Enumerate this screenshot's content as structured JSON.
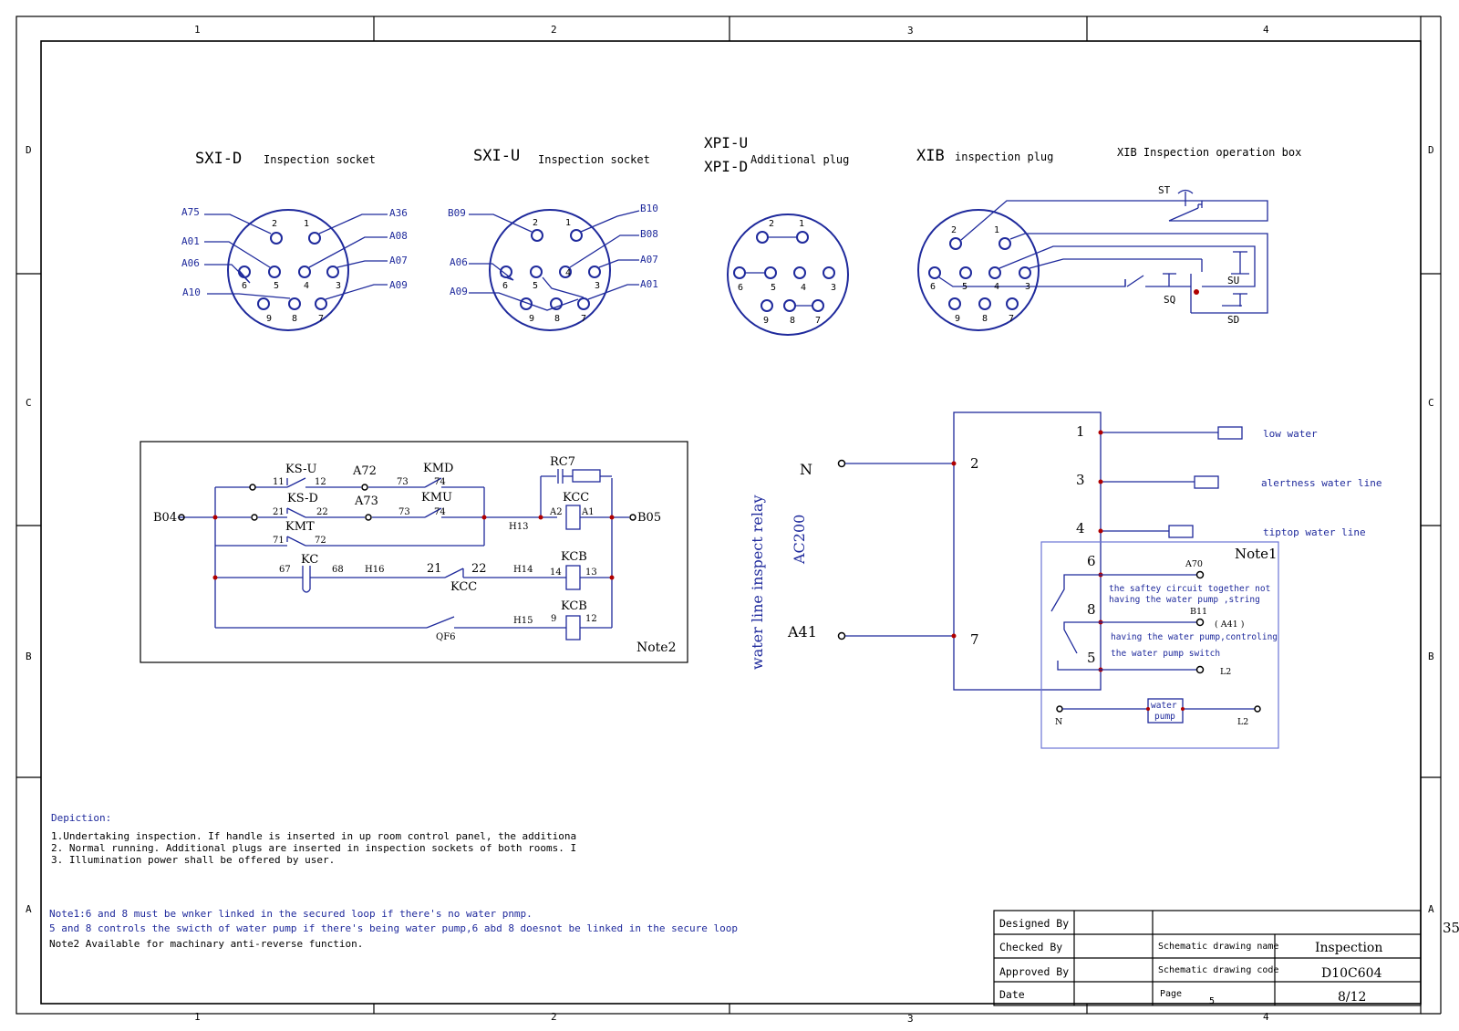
{
  "frame": {
    "col_labels": [
      "1",
      "2",
      "3",
      "4"
    ],
    "row_labels": [
      "D",
      "C",
      "B",
      "A"
    ],
    "page_mark": "35"
  },
  "connectors": {
    "sxi_d": {
      "name": "SXI-D",
      "desc": "Inspection socket",
      "pins": [
        "1",
        "2",
        "3",
        "4",
        "5",
        "6",
        "7",
        "8",
        "9"
      ],
      "wires": [
        "A75",
        "A36",
        "A01",
        "A08",
        "A06",
        "A07",
        "A10",
        "A09"
      ]
    },
    "sxi_u": {
      "name": "SXI-U",
      "desc": "Inspection socket",
      "pins": [
        "1",
        "2",
        "3",
        "4",
        "5",
        "6",
        "7",
        "8",
        "9"
      ],
      "wires": [
        "B09",
        "B10",
        "B08",
        "A06",
        "A07",
        "A09",
        "A01"
      ]
    },
    "xpi": {
      "name1": "XPI-U",
      "name2": "XPI-D",
      "desc": "Additional plug",
      "pins": [
        "1",
        "2",
        "3",
        "4",
        "5",
        "6",
        "7",
        "8",
        "9"
      ]
    },
    "xib": {
      "name": "XIB",
      "desc": "inspection plug",
      "pins": [
        "1",
        "2",
        "3",
        "4",
        "5",
        "6",
        "7",
        "8",
        "9"
      ]
    },
    "xib_box": {
      "title": "XIB Inspection operation box",
      "switches": [
        "ST",
        "SU",
        "SQ",
        "SD"
      ]
    }
  },
  "ladder": {
    "labels": {
      "b04": "B04",
      "b05": "B05",
      "ks_u": "KS-U",
      "ks_d": "KS-D",
      "kmt": "KMT",
      "kmd": "KMD",
      "kmu": "KMU",
      "a72": "A72",
      "a73": "A73",
      "rc7": "RC7",
      "kcc": "KCC",
      "kcc2": "KCC",
      "kcb": "KCB",
      "kcb2": "KCB",
      "kc": "KC",
      "h13": "H13",
      "h14": "H14",
      "h15": "H15",
      "h16": "H16",
      "qf6": "QF6",
      "note2": "Note2"
    },
    "nums": [
      "11",
      "12",
      "21",
      "22",
      "71",
      "72",
      "73",
      "74",
      "73",
      "74",
      "A2",
      "A1",
      "67",
      "68",
      "21",
      "22",
      "14",
      "13",
      "9",
      "12"
    ]
  },
  "relay": {
    "vertical_label": "water line inspect relay",
    "ac": "AC200",
    "n": "N",
    "a41": "A41",
    "terminals": [
      "1",
      "3",
      "4",
      "6",
      "8",
      "5",
      "2",
      "7"
    ],
    "levels": [
      "low water",
      "alertness water line",
      "tiptop water line"
    ],
    "note1": "Note1",
    "note_text1a": "the saftey circuit together not",
    "note_text1b": "having the water pump ,string",
    "b11": "B11",
    "a41_paren": "( A41 )",
    "note_text2a": "having the water pump,controling",
    "note_text2b": "the water pump switch",
    "l2": "L2",
    "pump_n": "N",
    "pump_l2": "L2",
    "pump1": "water",
    "pump2": "pump"
  },
  "depiction": {
    "title": "Depiction:",
    "lines": [
      "1.Undertaking inspection. If handle is inserted in up room control panel, the additiona",
      "2. Normal running. Additional plugs are inserted in inspection sockets of both rooms. I",
      "3. Illumination power shall be offered by user."
    ]
  },
  "notes": [
    "Note1:6 and 8 must be wnker linked in the secured loop if there's no water pnmp.",
    "5 and 8 controls the swicth of water pump if there's being water pump,6 abd 8 doesnot be linked in the secure loop",
    "Note2 Available for machinary anti-reverse function."
  ],
  "title_block": {
    "designed": "Designed By",
    "checked": "Checked  By",
    "approved": "Approved By",
    "date": "Date",
    "name_label": "Schematic drawing name",
    "name_value": "Inspection",
    "code_label": "Schematic drawing code",
    "code_value": "D10C604",
    "page_label": "Page",
    "page_small": "5",
    "page_value": "8/12"
  }
}
